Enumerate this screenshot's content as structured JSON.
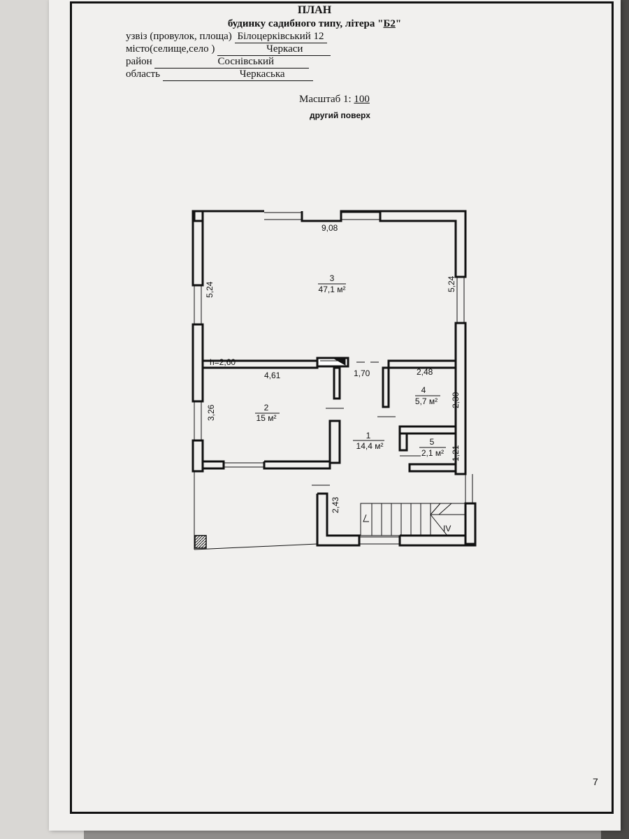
{
  "header": {
    "title": "ПЛАН",
    "subtitle_prefix": "будинку садибного типу, літера \"",
    "litera": "Б2",
    "subtitle_suffix": "\""
  },
  "address": {
    "street_label": "узвіз (провулок, площа)",
    "street_value": "Білоцерківський 12",
    "city_label": "місто(селище,село )",
    "city_value": "Черкаси",
    "district_label": "район",
    "district_value": "Соснівський",
    "region_label": "область",
    "region_value": "Черкаська"
  },
  "scale": {
    "label": "Масштаб 1:",
    "value": "100"
  },
  "floor_label": "другий поверх",
  "plan": {
    "dimensions": [
      "9,08",
      "5,24",
      "5,24",
      "h=2,60",
      "4,61",
      "1,70",
      "2,48",
      "3,26",
      "2,30",
      "1,21",
      "2,43"
    ],
    "rooms": [
      {
        "number": "3",
        "area": "47,1 м²"
      },
      {
        "number": "2",
        "area": "15 м²"
      },
      {
        "number": "4",
        "area": "5,7 м²"
      },
      {
        "number": "1",
        "area": "14,4 м²"
      },
      {
        "number": "5",
        "area": "2,1 м²"
      }
    ],
    "stair_mark": "IV"
  },
  "page_number": "7"
}
